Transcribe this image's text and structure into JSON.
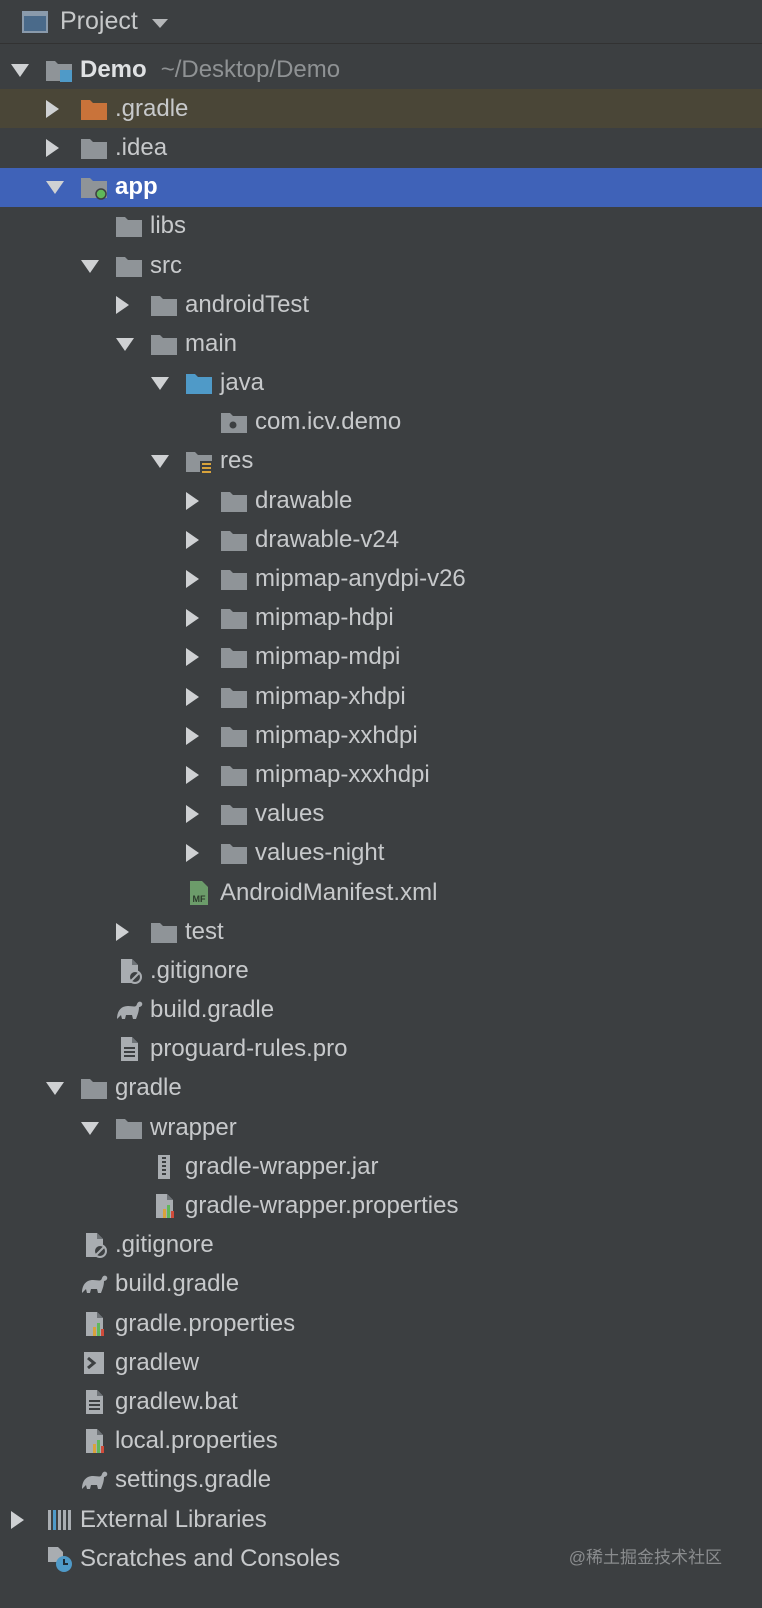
{
  "header": {
    "title": "Project",
    "icon": "project-window-icon"
  },
  "tree": [
    {
      "id": "demo",
      "label": "Demo",
      "hint": "~/Desktop/Demo",
      "depth": 0,
      "arrow": "down",
      "icon": "module-folder",
      "bold": true
    },
    {
      "id": "gradle-hidden",
      "label": ".gradle",
      "depth": 1,
      "arrow": "right",
      "icon": "folder-orange",
      "tinted": true
    },
    {
      "id": "idea",
      "label": ".idea",
      "depth": 1,
      "arrow": "right",
      "icon": "folder"
    },
    {
      "id": "app",
      "label": "app",
      "depth": 1,
      "arrow": "down",
      "icon": "module-folder-android",
      "bold": true,
      "selected": true
    },
    {
      "id": "libs",
      "label": "libs",
      "depth": 2,
      "arrow": null,
      "icon": "folder"
    },
    {
      "id": "src",
      "label": "src",
      "depth": 2,
      "arrow": "down",
      "icon": "folder"
    },
    {
      "id": "androidTest",
      "label": "androidTest",
      "depth": 3,
      "arrow": "right",
      "icon": "folder"
    },
    {
      "id": "main",
      "label": "main",
      "depth": 3,
      "arrow": "down",
      "icon": "folder"
    },
    {
      "id": "java",
      "label": "java",
      "depth": 4,
      "arrow": "down",
      "icon": "folder-blue"
    },
    {
      "id": "com-icv-demo",
      "label": "com.icv.demo",
      "depth": 5,
      "arrow": null,
      "icon": "package-folder"
    },
    {
      "id": "res",
      "label": "res",
      "depth": 4,
      "arrow": "down",
      "icon": "resource-folder"
    },
    {
      "id": "drawable",
      "label": "drawable",
      "depth": 5,
      "arrow": "right",
      "icon": "folder"
    },
    {
      "id": "drawable-v24",
      "label": "drawable-v24",
      "depth": 5,
      "arrow": "right",
      "icon": "folder"
    },
    {
      "id": "mipmap-anydpi-v26",
      "label": "mipmap-anydpi-v26",
      "depth": 5,
      "arrow": "right",
      "icon": "folder"
    },
    {
      "id": "mipmap-hdpi",
      "label": "mipmap-hdpi",
      "depth": 5,
      "arrow": "right",
      "icon": "folder"
    },
    {
      "id": "mipmap-mdpi",
      "label": "mipmap-mdpi",
      "depth": 5,
      "arrow": "right",
      "icon": "folder"
    },
    {
      "id": "mipmap-xhdpi",
      "label": "mipmap-xhdpi",
      "depth": 5,
      "arrow": "right",
      "icon": "folder"
    },
    {
      "id": "mipmap-xxhdpi",
      "label": "mipmap-xxhdpi",
      "depth": 5,
      "arrow": "right",
      "icon": "folder"
    },
    {
      "id": "mipmap-xxxhdpi",
      "label": "mipmap-xxxhdpi",
      "depth": 5,
      "arrow": "right",
      "icon": "folder"
    },
    {
      "id": "values",
      "label": "values",
      "depth": 5,
      "arrow": "right",
      "icon": "folder"
    },
    {
      "id": "values-night",
      "label": "values-night",
      "depth": 5,
      "arrow": "right",
      "icon": "folder"
    },
    {
      "id": "android-manifest",
      "label": "AndroidManifest.xml",
      "depth": 4,
      "arrow": null,
      "icon": "manifest-file"
    },
    {
      "id": "test",
      "label": "test",
      "depth": 3,
      "arrow": "right",
      "icon": "folder"
    },
    {
      "id": "app-gitignore",
      "label": ".gitignore",
      "depth": 2,
      "arrow": null,
      "icon": "ignore-file"
    },
    {
      "id": "app-build-gradle",
      "label": "build.gradle",
      "depth": 2,
      "arrow": null,
      "icon": "gradle-file"
    },
    {
      "id": "proguard-rules",
      "label": "proguard-rules.pro",
      "depth": 2,
      "arrow": null,
      "icon": "text-file"
    },
    {
      "id": "gradle-dir",
      "label": "gradle",
      "depth": 1,
      "arrow": "down",
      "icon": "folder"
    },
    {
      "id": "wrapper",
      "label": "wrapper",
      "depth": 2,
      "arrow": "down",
      "icon": "folder"
    },
    {
      "id": "gradle-wrapper-jar",
      "label": "gradle-wrapper.jar",
      "depth": 3,
      "arrow": null,
      "icon": "jar-file"
    },
    {
      "id": "gradle-wrapper-properties",
      "label": "gradle-wrapper.properties",
      "depth": 3,
      "arrow": null,
      "icon": "properties-file"
    },
    {
      "id": "root-gitignore",
      "label": ".gitignore",
      "depth": 1,
      "arrow": null,
      "icon": "ignore-file"
    },
    {
      "id": "root-build-gradle",
      "label": "build.gradle",
      "depth": 1,
      "arrow": null,
      "icon": "gradle-file"
    },
    {
      "id": "gradle-properties",
      "label": "gradle.properties",
      "depth": 1,
      "arrow": null,
      "icon": "properties-file"
    },
    {
      "id": "gradlew",
      "label": "gradlew",
      "depth": 1,
      "arrow": null,
      "icon": "shell-file"
    },
    {
      "id": "gradlew-bat",
      "label": "gradlew.bat",
      "depth": 1,
      "arrow": null,
      "icon": "text-file"
    },
    {
      "id": "local-properties",
      "label": "local.properties",
      "depth": 1,
      "arrow": null,
      "icon": "properties-file"
    },
    {
      "id": "settings-gradle",
      "label": "settings.gradle",
      "depth": 1,
      "arrow": null,
      "icon": "gradle-file"
    },
    {
      "id": "external-libraries",
      "label": "External Libraries",
      "depth": 0,
      "arrow": "right",
      "icon": "libraries"
    },
    {
      "id": "scratches",
      "label": "Scratches and Consoles",
      "depth": 0,
      "arrow": null,
      "icon": "scratches"
    }
  ],
  "watermark": "@稀土掘金技术社区",
  "colors": {
    "background": "#3c3f41",
    "selection": "#3f62b8",
    "folder": "#8f9498",
    "folder_orange": "#c9733a",
    "folder_blue": "#4f9ac8"
  }
}
